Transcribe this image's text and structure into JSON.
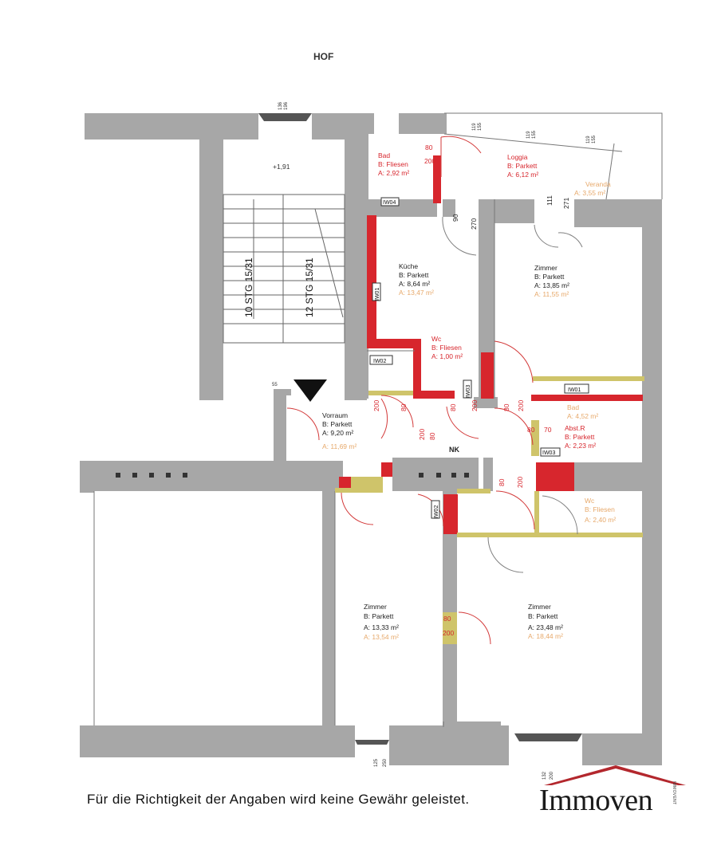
{
  "plan": {
    "courtyard_label": "HOF",
    "level_mark": "+1,91",
    "stairs": [
      {
        "label": "10 STG 15/31"
      },
      {
        "label": "12 STG 15/31"
      }
    ],
    "window_dims": [
      {
        "w": "136",
        "h": "196"
      },
      {
        "w": "119",
        "h": "155"
      },
      {
        "w": "119",
        "h": "155"
      },
      {
        "w": "119",
        "h": "155"
      },
      {
        "w": "125",
        "h": "250"
      },
      {
        "w": "132",
        "h": "200"
      }
    ],
    "stair_mark": "55",
    "rooms": [
      {
        "name": "Bad",
        "floor": "B: Fliesen",
        "area": "A: 2,92 m²",
        "area2": "",
        "color": "#d7262d"
      },
      {
        "name": "Loggia",
        "floor": "B: Parkett",
        "area": "A: 6,12 m²",
        "area2": "",
        "color": "#d7262d"
      },
      {
        "name": "Veranda",
        "floor": "",
        "area": "A: 3,55 m²",
        "area2": "",
        "color": "#e7a96b"
      },
      {
        "name": "Küche",
        "floor": "B: Parkett",
        "area": "A: 8,64 m²",
        "area2": "A: 13,47 m²",
        "color": "#222222"
      },
      {
        "name": "Zimmer",
        "floor": "B: Parkett",
        "area": "A: 13,85 m²",
        "area2": "A: 11,55 m²",
        "color": "#222222"
      },
      {
        "name": "Wc",
        "floor": "B: Fliesen",
        "area": "A: 1,00 m²",
        "area2": "",
        "color": "#d7262d"
      },
      {
        "name": "Bad",
        "floor": "",
        "area": "A: 4,52 m²",
        "area2": "",
        "color": "#e7a96b"
      },
      {
        "name": "Abst.R",
        "floor": "B: Parkett",
        "area": "A: 2,23 m²",
        "area2": "",
        "color": "#d7262d"
      },
      {
        "name": "Vorraum",
        "floor": "B: Parkett",
        "area": "A: 9,20 m²",
        "area2": "A: 11,69 m²",
        "color": "#222222"
      },
      {
        "name": "Wc",
        "floor": "B: Fliesen",
        "area": "A: 2,40 m²",
        "area2": "",
        "color": "#e7a96b"
      },
      {
        "name": "Zimmer",
        "floor": "B: Parkett",
        "area": "A: 13,33 m²",
        "area2": "A: 13,54 m²",
        "color": "#222222"
      },
      {
        "name": "Zimmer",
        "floor": "B: Parkett",
        "area": "A: 23,48 m²",
        "area2": "A: 18,44 m²",
        "color": "#222222"
      }
    ],
    "wall_tags": [
      "IW04",
      "IW01",
      "IW02",
      "IW03",
      "IW03",
      "IW02",
      "IW01"
    ],
    "door_dims": [
      {
        "w": "80",
        "h": "200"
      },
      {
        "w": "90",
        "h": "270"
      },
      {
        "w": "111",
        "h": "271"
      },
      {
        "w": "80",
        "h": "200"
      },
      {
        "w": "80",
        "h": "200"
      },
      {
        "w": "80",
        "h": "200"
      },
      {
        "w": "80",
        "h": "70"
      },
      {
        "w": "80",
        "h": "200"
      },
      {
        "w": "80",
        "h": "200"
      },
      {
        "w": "80",
        "h": "200"
      }
    ],
    "nk_label": "NK"
  },
  "disclaimer": "Für die Richtigkeit der Angaben wird keine Gewähr geleistet.",
  "logo": {
    "name": "Immoven",
    "side_text": "IMMOVENT",
    "roof_color": "#b3272d"
  }
}
